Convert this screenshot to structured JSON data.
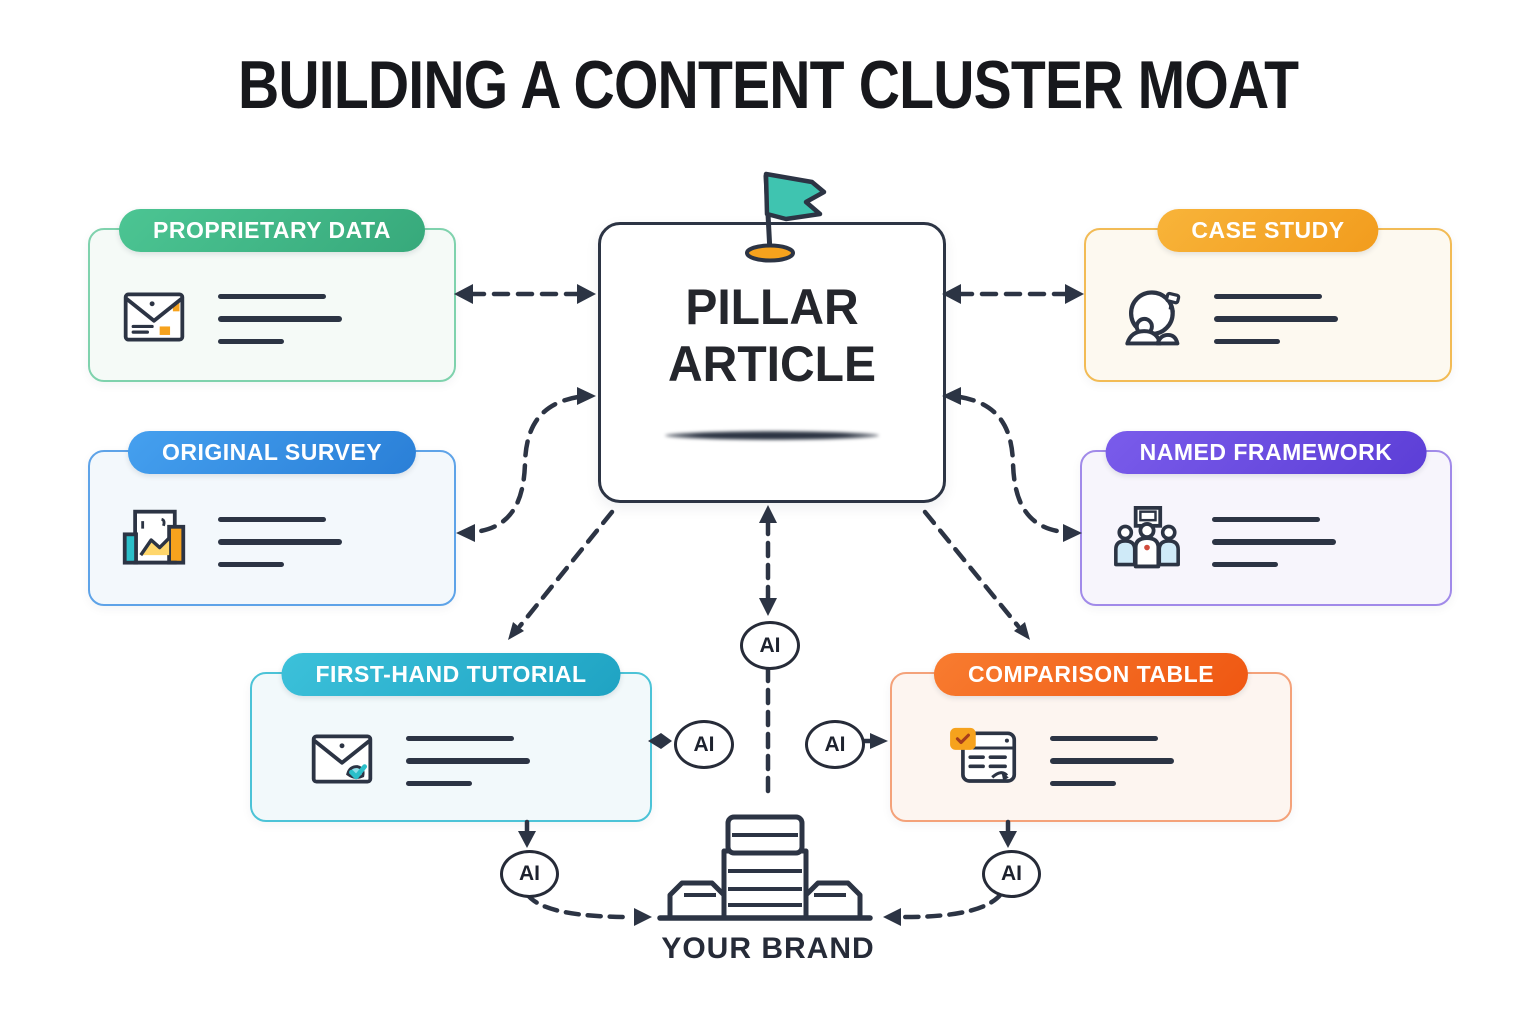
{
  "title": "BUILDING A CONTENT CLUSTER MOAT",
  "pillar": {
    "line1": "PILLAR",
    "line2": "ARTICLE",
    "flag_icon": "flag-icon",
    "flag_color": "#3fc4b0"
  },
  "cards": [
    {
      "label": "PROPRIETARY DATA",
      "accent": "#45b787",
      "icon": "envelope-data-icon"
    },
    {
      "label": "ORIGINAL SURVEY",
      "accent": "#2e8be6",
      "icon": "survey-chart-icon"
    },
    {
      "label": "CASE STUDY",
      "accent": "#f6a928",
      "icon": "magnifier-person-icon"
    },
    {
      "label": "NAMED FRAMEWORK",
      "accent": "#6a4ce0",
      "icon": "team-presentation-icon"
    },
    {
      "label": "FIRST-HAND TUTORIAL",
      "accent": "#2ab3cf",
      "icon": "envelope-check-icon"
    },
    {
      "label": "COMPARISON TABLE",
      "accent": "#f4661f",
      "icon": "table-window-icon"
    }
  ],
  "ai_label": "AI",
  "brand": {
    "label": "YOUR BRAND",
    "icon": "castle-icon"
  },
  "colors": {
    "line": "#2c3444",
    "background": "#ffffff",
    "mound": "#f6a21d"
  }
}
